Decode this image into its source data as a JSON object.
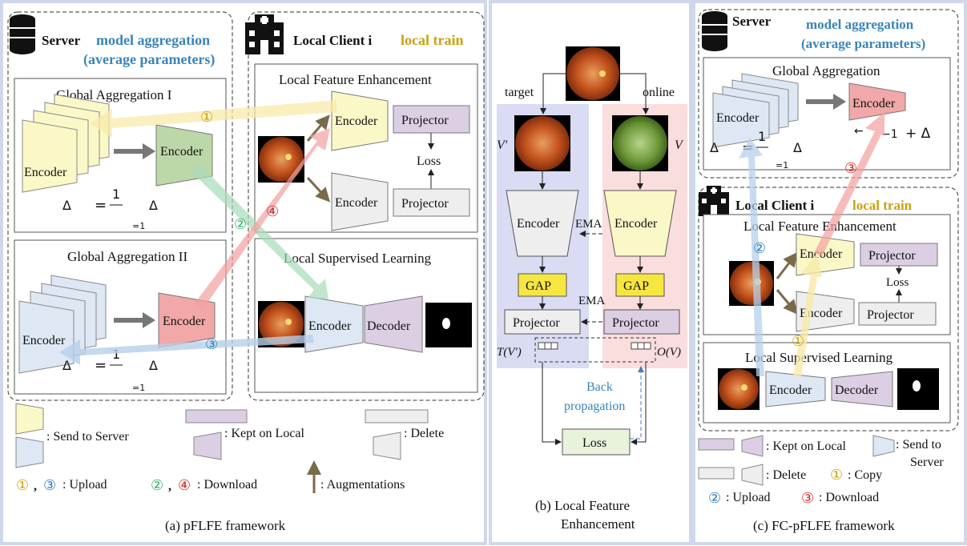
{
  "panel_a": {
    "server": "Server",
    "agg_line1": "model aggregation",
    "agg_line2": "(average parameters)",
    "client": "Local Client i",
    "local_train": "local train",
    "global_agg_1": "Global Aggregation I",
    "global_agg_2": "Global Aggregation II",
    "lfe": "Local Feature Enhancement",
    "lsl": "Local Supervised Learning",
    "encoder": "Encoder",
    "projector": "Projector",
    "decoder": "Decoder",
    "loss": "Loss",
    "delta": "Δ",
    "eq": "=",
    "one": "1",
    "sub_1": "=1",
    "circ1": "①",
    "circ2": "②",
    "circ3": "③",
    "circ4": "④",
    "legend_send": ": Send to Server",
    "legend_kept": ": Kept on Local",
    "legend_delete": ": Delete",
    "legend_comma": ",",
    "legend_upload": ": Upload",
    "legend_download": ": Download",
    "legend_aug": ": Augmentations",
    "caption": "(a)   pFLFE framework"
  },
  "panel_b": {
    "target": "target",
    "online": "online",
    "v_prime": "V′",
    "v": "V",
    "encoder": "Encoder",
    "ema": "EMA",
    "gap": "GAP",
    "projector": "Projector",
    "t_v": "T(V′)",
    "o_v": "O(V)",
    "back1": "Back",
    "back2": "propagation",
    "loss": "Loss",
    "caption1": "(b)   Local Feature",
    "caption2": "Enhancement"
  },
  "panel_c": {
    "server": "Server",
    "agg_line1": "model aggregation",
    "agg_line2": "(average parameters)",
    "global_agg": "Global Aggregation",
    "encoder": "Encoder",
    "arrow_left": "←",
    "minus_one": "−1",
    "plus_delta": "+ Δ",
    "delta": "Δ",
    "eq": "=",
    "one": "1",
    "sub_1": "=1",
    "client": "Local Client i",
    "local_train": "local train",
    "lfe": "Local Feature Enhancement",
    "lsl": "Local Supervised Learning",
    "projector": "Projector",
    "decoder": "Decoder",
    "loss": "Loss",
    "circ1": "①",
    "circ2": "②",
    "circ3": "③",
    "legend_kept": ": Kept on Local",
    "legend_send1": ": Send to",
    "legend_send2": "Server",
    "legend_delete": ": Delete",
    "legend_copy": ": Copy",
    "legend_upload": ": Upload",
    "legend_download": ":  Download",
    "caption": "(c) FC-pFLFE framework"
  },
  "colors": {
    "yellow": "#fbf8c8",
    "green": "#bcd8a8",
    "red": "#f2a8a8",
    "blue_light": "#dde8f4",
    "purple": "#dccfe4",
    "gray": "#eeeeee",
    "gap": "#f6e640",
    "gold_text": "#c9a10e",
    "blue_text": "#3a84b8",
    "band_blue": "#d9dcf3",
    "band_pink": "#fadddd"
  }
}
